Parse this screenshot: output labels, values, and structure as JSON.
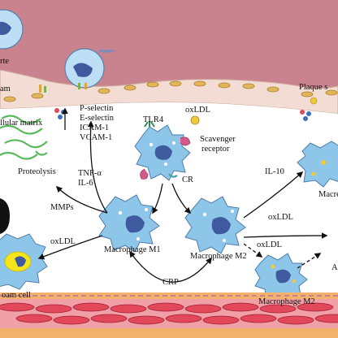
{
  "labels": {
    "monocyte": "rte",
    "endothelium": "am",
    "plaque": "Plaque s",
    "matrix": "llular matrix",
    "adhesion": [
      "P-selectin",
      "E-selectin",
      "ICAM-1",
      "VCAM-1"
    ],
    "tlr4": "TLR4",
    "oxldl_top": "oxLDL",
    "scavenger": [
      "Scavenger",
      "receptor"
    ],
    "cr": "CR",
    "proteolysis": "Proteolysis",
    "cytokines": [
      "TNF-α",
      "IL-6"
    ],
    "il10": "IL-10",
    "macro_right": "Macre",
    "mmps": "MMPs",
    "oxldl_left": "oxLDL",
    "oxldl_right": "oxLDL",
    "oxldl_mid": "oxLDL",
    "m1": "Macrophage M1",
    "m2": "Macrophage M2",
    "m2_lower": "Macrophage M2",
    "a_label": "A",
    "crp": "CRP",
    "foam": "oam cell"
  },
  "colors": {
    "lumen": "#c9838f",
    "endothelium": "#f3dcd3",
    "intima": "#ffffff",
    "cell": "#8ec6ea",
    "nucleus": "#3f5a9e",
    "smooth_muscle": "#e3475a",
    "media_band": "#f2b26b"
  }
}
